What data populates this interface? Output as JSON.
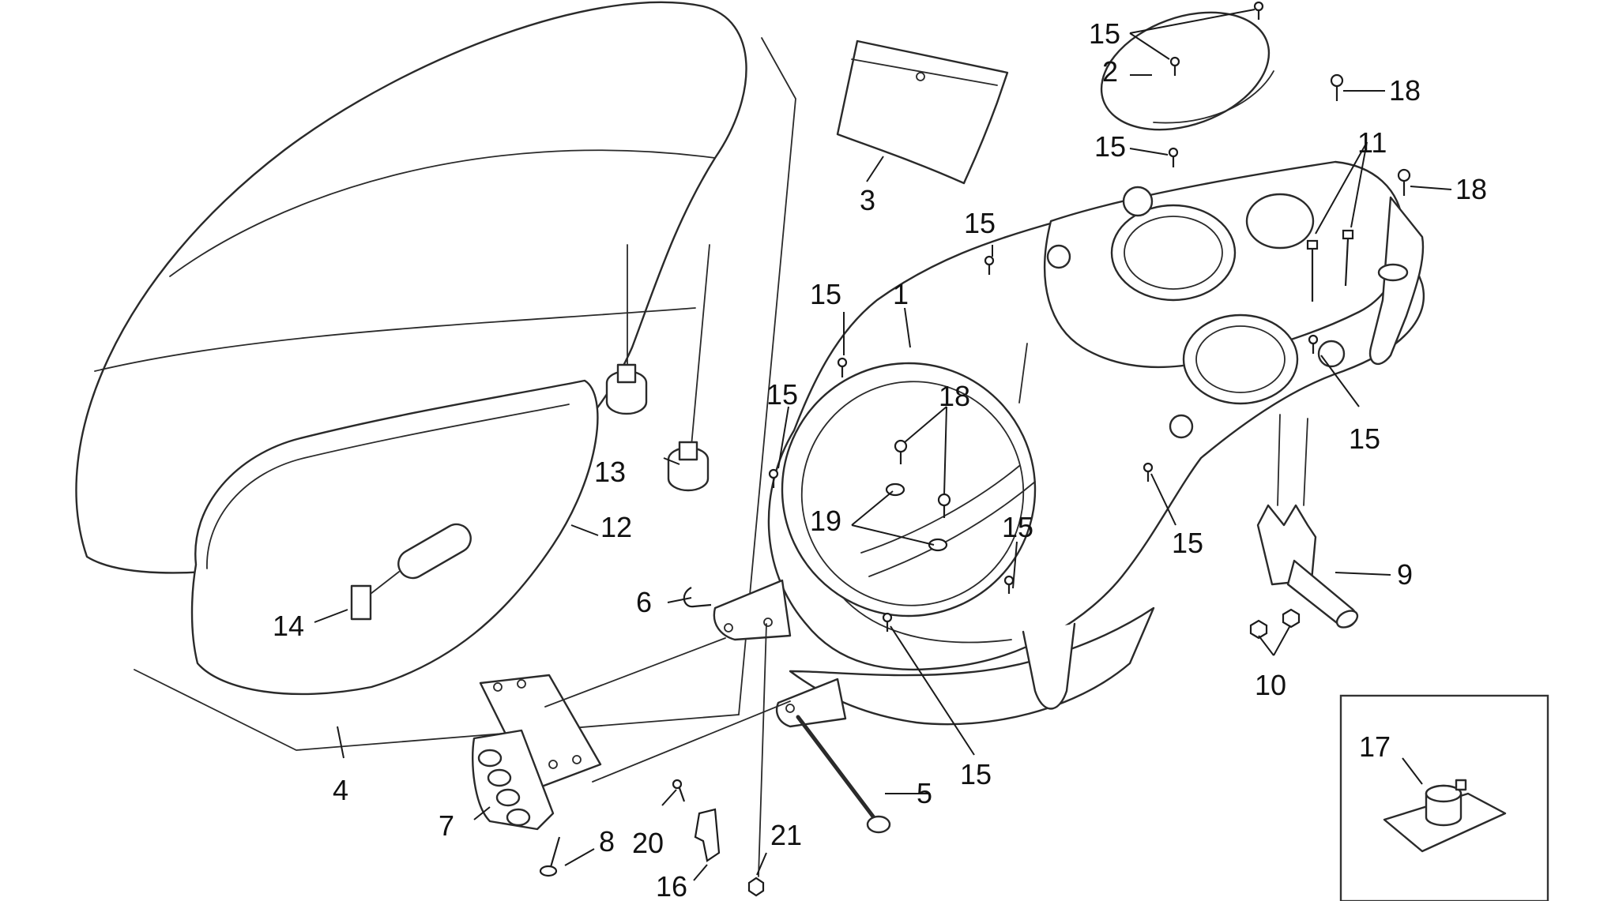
{
  "colors": {
    "line": "#2a2a2a",
    "text": "#111111",
    "background": "#ffffff"
  },
  "callouts": [
    {
      "id": "c15a",
      "text": "15"
    },
    {
      "id": "c2",
      "text": "2"
    },
    {
      "id": "c18a",
      "text": "18"
    },
    {
      "id": "c15b",
      "text": "15"
    },
    {
      "id": "c11",
      "text": "11"
    },
    {
      "id": "c18b",
      "text": "18"
    },
    {
      "id": "c3",
      "text": "3"
    },
    {
      "id": "c15c",
      "text": "15"
    },
    {
      "id": "c15d",
      "text": "15"
    },
    {
      "id": "c1",
      "text": "1"
    },
    {
      "id": "c15e",
      "text": "15"
    },
    {
      "id": "c15f",
      "text": "15"
    },
    {
      "id": "c18c",
      "text": "18"
    },
    {
      "id": "c13",
      "text": "13"
    },
    {
      "id": "c12",
      "text": "12"
    },
    {
      "id": "c19",
      "text": "19"
    },
    {
      "id": "c15g",
      "text": "15"
    },
    {
      "id": "c15h",
      "text": "15"
    },
    {
      "id": "c9",
      "text": "9"
    },
    {
      "id": "c6",
      "text": "6"
    },
    {
      "id": "c14",
      "text": "14"
    },
    {
      "id": "c10",
      "text": "10"
    },
    {
      "id": "c17",
      "text": "17"
    },
    {
      "id": "c15i",
      "text": "15"
    },
    {
      "id": "c4",
      "text": "4"
    },
    {
      "id": "c5",
      "text": "5"
    },
    {
      "id": "c7",
      "text": "7"
    },
    {
      "id": "c8",
      "text": "8"
    },
    {
      "id": "c20",
      "text": "20"
    },
    {
      "id": "c21",
      "text": "21"
    },
    {
      "id": "c16",
      "text": "16"
    }
  ]
}
